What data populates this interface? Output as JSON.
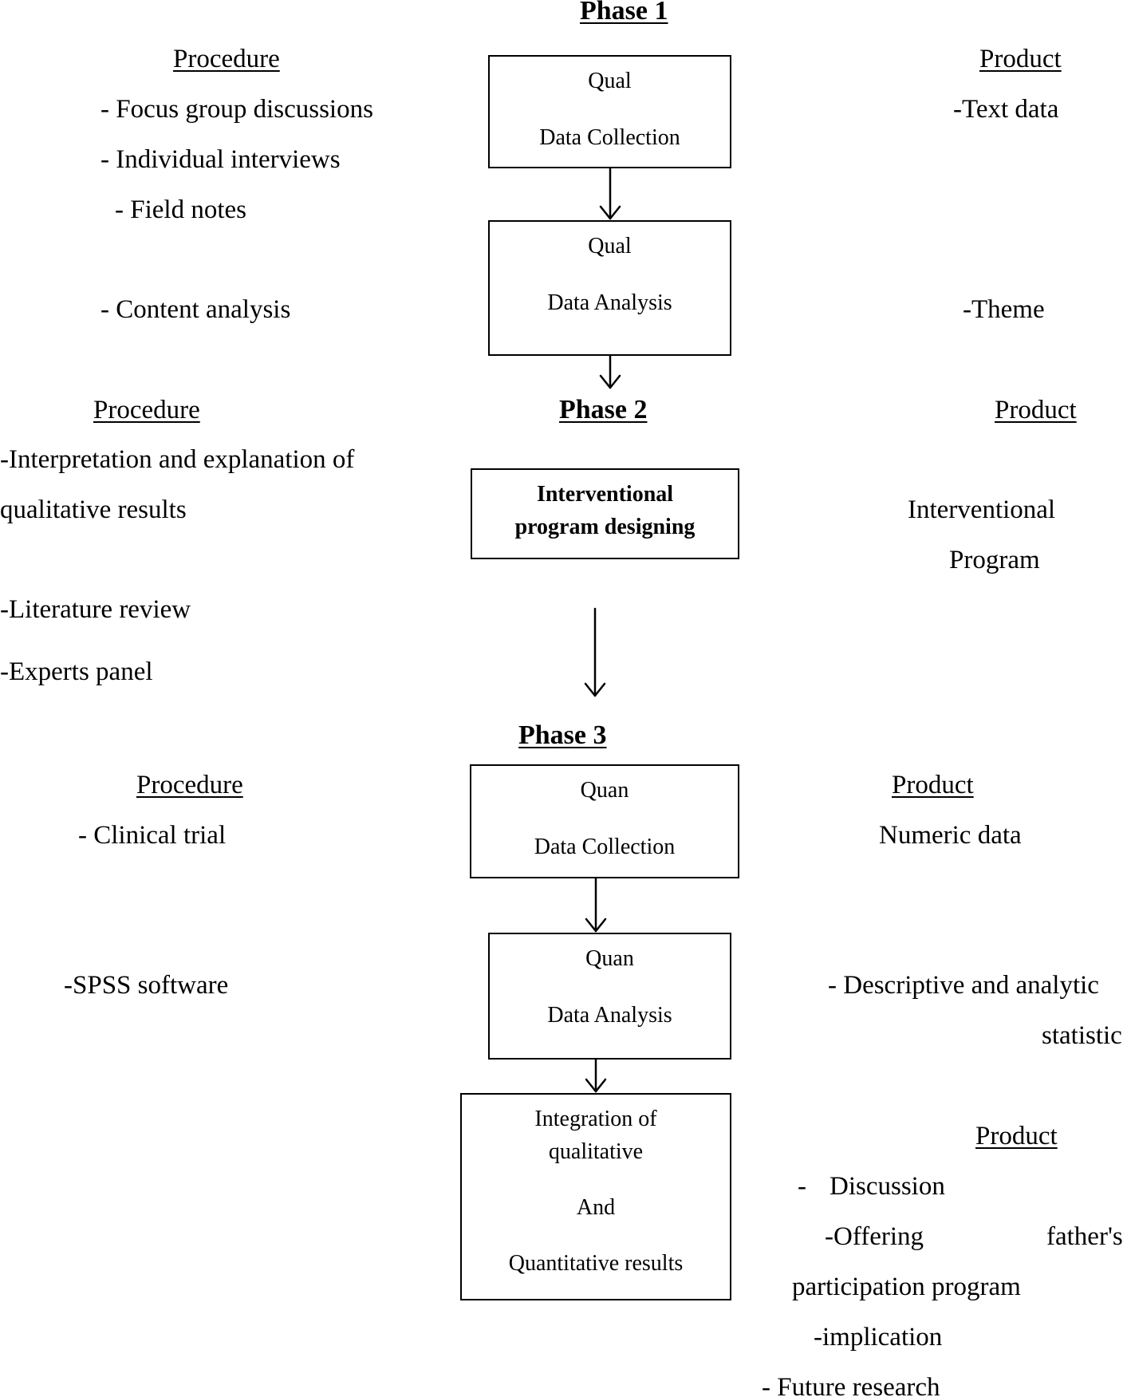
{
  "phase1": {
    "title": "Phase 1",
    "procedure_heading": "Procedure",
    "product_heading": "Product",
    "procedures": [
      "- Focus group discussions",
      "- Individual interviews",
      "- Field notes",
      "- Content analysis"
    ],
    "products": [
      "-Text data",
      "-Theme"
    ],
    "box_collection": [
      "Qual",
      "Data Collection"
    ],
    "box_analysis": [
      "Qual",
      "Data Analysis"
    ]
  },
  "phase2": {
    "title": "Phase 2",
    "procedure_heading": "Procedure",
    "product_heading": "Product",
    "procedures": [
      "-Interpretation and explanation of",
      "qualitative results",
      "-Literature review",
      "-Experts panel"
    ],
    "products": [
      "Interventional",
      "Program"
    ],
    "box": [
      "Interventional",
      "program designing"
    ]
  },
  "phase3": {
    "title": "Phase 3",
    "procedure_heading": "Procedure",
    "product_heading": "Product",
    "procedures": [
      "- Clinical trial",
      "-SPSS software"
    ],
    "products": [
      "Numeric data",
      "- Descriptive and analytic",
      "statistic"
    ],
    "box_collection": [
      "Quan",
      "Data Collection"
    ],
    "box_analysis": [
      "Quan",
      "Data Analysis"
    ],
    "box_integration": [
      "Integration of",
      "qualitative",
      "And",
      "Quantitative results"
    ]
  },
  "final": {
    "product_heading": "Product",
    "items": [
      "-",
      "Discussion",
      "-Offering",
      "father's",
      "participation program",
      "-implication",
      "- Future research"
    ]
  }
}
